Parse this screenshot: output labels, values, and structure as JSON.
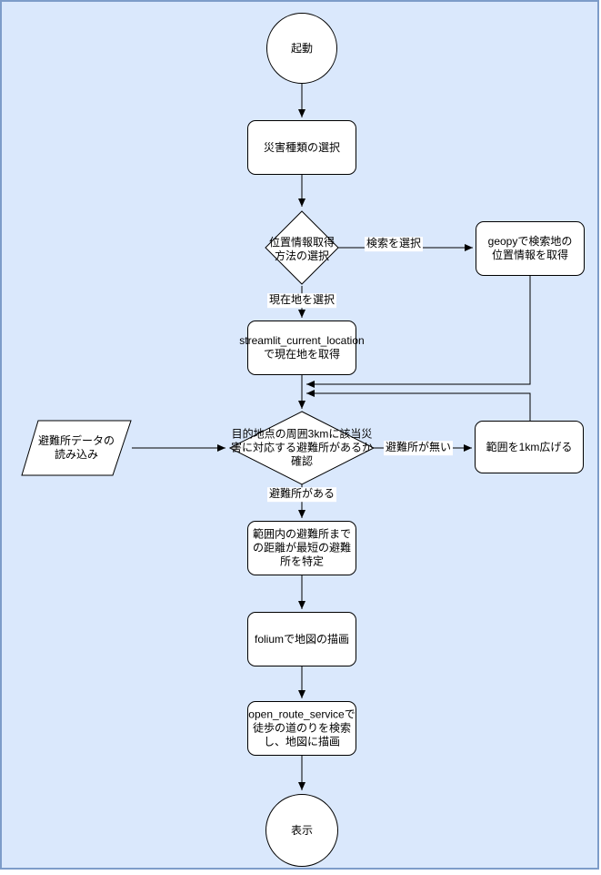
{
  "canvas": {
    "background": "#dae8fc",
    "frame_border": "#7d9cc9",
    "shape_fill": "#ffffff",
    "shape_stroke": "#000000"
  },
  "nodes": {
    "start": "起動",
    "select_disaster": "災害種類の選択",
    "location_method": "位置情報取得\n方法の選択",
    "geopy": "geopyで検索地の\n位置情報を取得",
    "streamlit": "streamlit_current_location\nで現在地を取得",
    "shelter_check": "目的地点の周囲3kmに該当災\n害に対応する避難所があるか\n確認",
    "shelter_data": "避難所データの\n読み込み",
    "expand_range": "範囲を1km広げる",
    "nearest_shelter": "範囲内の避難所まで\nの距離が最短の避難\n所を特定",
    "folium": "foliumで地図の描画",
    "open_route": "open_route_serviceで\n徒歩の道のりを検索\nし、地図に描画",
    "display": "表示"
  },
  "edge_labels": {
    "search_selected": "検索を選択",
    "current_selected": "現在地を選択",
    "no_shelter": "避難所が無い",
    "has_shelter": "避難所がある"
  }
}
